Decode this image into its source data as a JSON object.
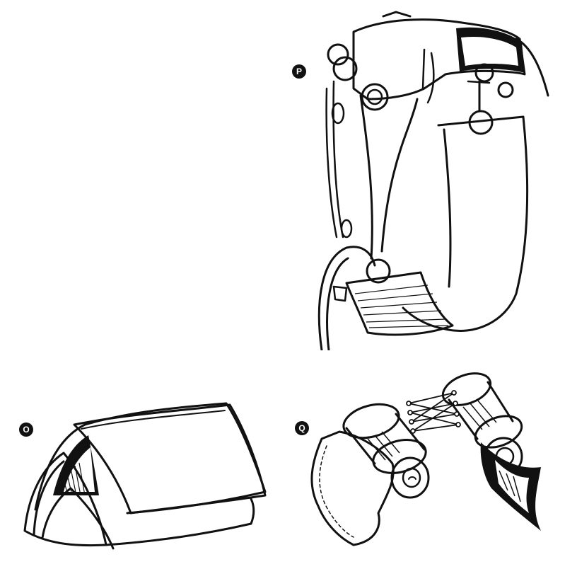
{
  "labels": {
    "p": "P",
    "o": "O",
    "q": "Q"
  },
  "colors": {
    "ink": "#111111",
    "paper": "#ffffff"
  }
}
